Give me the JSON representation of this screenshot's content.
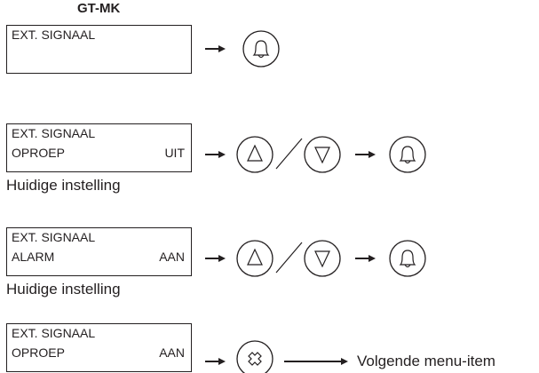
{
  "device_label": "GT-MK",
  "steps": [
    {
      "lcd_line1": "EXT. SIGNAAL",
      "lcd_line2": "",
      "lcd_value": "",
      "caption": ""
    },
    {
      "lcd_line1": "EXT. SIGNAAL",
      "lcd_line2": "OPROEP",
      "lcd_value": "UIT",
      "caption": "Huidige instelling"
    },
    {
      "lcd_line1": "EXT. SIGNAAL",
      "lcd_line2": "ALARM",
      "lcd_value": "AAN",
      "caption": "Huidige instelling"
    },
    {
      "lcd_line1": "EXT. SIGNAAL",
      "lcd_line2": "OPROEP",
      "lcd_value": "AAN",
      "caption": ""
    }
  ],
  "next_item_label": "Volgende menu-item",
  "icons": [
    "bell-button-icon",
    "up-button-icon",
    "down-button-icon",
    "cancel-button-icon",
    "arrow-right-icon"
  ]
}
